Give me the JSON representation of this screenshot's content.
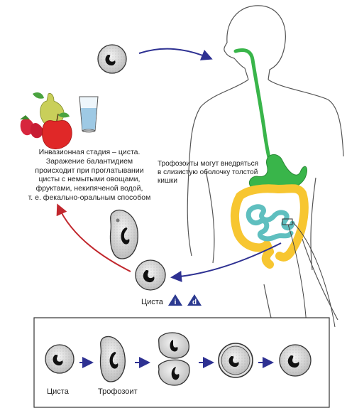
{
  "infection_text": [
    "Инвазионная стадия – циста.",
    "Заражение балантидием",
    "происходит при проглатывании",
    "цисты с немытыми овощами,",
    "фруктами, некипяченой водой,",
    "т. е. фекально-оральным способом"
  ],
  "invasion_text": [
    "Трофозоиты могут внедряться",
    "в слизистую оболочку толстой",
    "кишки"
  ],
  "cyst_label": "Циста",
  "badges": [
    {
      "letter": "i",
      "color": "#2b3990"
    },
    {
      "letter": "d",
      "color": "#2b3990"
    }
  ],
  "panel": {
    "captions": {
      "cyst": "Циста",
      "trophozoite": "Трофозоит"
    }
  },
  "colors": {
    "arrow_blue": "#2e3192",
    "arrow_red": "#c1272d",
    "esophagus_green": "#39b54a",
    "colon_yellow": "#f7c631",
    "small_intestine_teal": "#5fbfbf"
  }
}
